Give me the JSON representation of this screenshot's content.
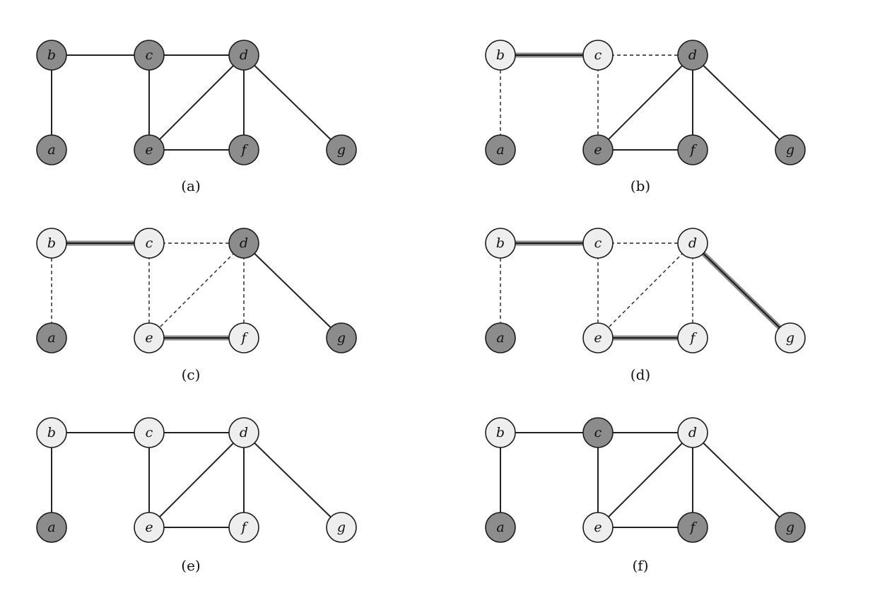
{
  "colors": {
    "covered": "#8c8c8c",
    "free": "#eeeeee",
    "stroke": "#1a1a1a",
    "matched_halo": "#8a8a8a"
  },
  "nodes": [
    "a",
    "b",
    "c",
    "d",
    "e",
    "f",
    "g"
  ],
  "edges": [
    [
      "a",
      "b"
    ],
    [
      "b",
      "c"
    ],
    [
      "c",
      "d"
    ],
    [
      "c",
      "e"
    ],
    [
      "d",
      "e"
    ],
    [
      "d",
      "f"
    ],
    [
      "d",
      "g"
    ],
    [
      "e",
      "f"
    ]
  ],
  "panels": [
    {
      "caption": "(a)",
      "node_states": {
        "a": "covered",
        "b": "covered",
        "c": "covered",
        "d": "covered",
        "e": "covered",
        "f": "covered",
        "g": "covered"
      },
      "edge_styles": {
        "a-b": "solid",
        "b-c": "solid",
        "c-d": "solid",
        "c-e": "solid",
        "d-e": "solid",
        "d-f": "solid",
        "d-g": "solid",
        "e-f": "solid"
      }
    },
    {
      "caption": "(b)",
      "node_states": {
        "a": "covered",
        "b": "free",
        "c": "free",
        "d": "covered",
        "e": "covered",
        "f": "covered",
        "g": "covered"
      },
      "edge_styles": {
        "a-b": "dashed",
        "b-c": "matched",
        "c-d": "dashed",
        "c-e": "dashed",
        "d-e": "solid",
        "d-f": "solid",
        "d-g": "solid",
        "e-f": "solid"
      }
    },
    {
      "caption": "(c)",
      "node_states": {
        "a": "covered",
        "b": "free",
        "c": "free",
        "d": "covered",
        "e": "free",
        "f": "free",
        "g": "covered"
      },
      "edge_styles": {
        "a-b": "dashed",
        "b-c": "matched",
        "c-d": "dashed",
        "c-e": "dashed",
        "d-e": "dashed",
        "d-f": "dashed",
        "d-g": "solid",
        "e-f": "matched"
      }
    },
    {
      "caption": "(d)",
      "node_states": {
        "a": "covered",
        "b": "free",
        "c": "free",
        "d": "free",
        "e": "free",
        "f": "free",
        "g": "free"
      },
      "edge_styles": {
        "a-b": "dashed",
        "b-c": "matched",
        "c-d": "dashed",
        "c-e": "dashed",
        "d-e": "dashed",
        "d-f": "dashed",
        "d-g": "matched",
        "e-f": "matched"
      }
    },
    {
      "caption": "(e)",
      "node_states": {
        "a": "covered",
        "b": "free",
        "c": "free",
        "d": "free",
        "e": "free",
        "f": "free",
        "g": "free"
      },
      "edge_styles": {
        "a-b": "solid",
        "b-c": "solid",
        "c-d": "solid",
        "c-e": "solid",
        "d-e": "solid",
        "d-f": "solid",
        "d-g": "solid",
        "e-f": "solid"
      }
    },
    {
      "caption": "(f)",
      "node_states": {
        "a": "covered",
        "b": "free",
        "c": "covered",
        "d": "free",
        "e": "free",
        "f": "covered",
        "g": "covered"
      },
      "edge_styles": {
        "a-b": "solid",
        "b-c": "solid",
        "c-d": "solid",
        "c-e": "solid",
        "d-e": "solid",
        "d-f": "solid",
        "d-g": "solid",
        "e-f": "solid"
      }
    }
  ]
}
